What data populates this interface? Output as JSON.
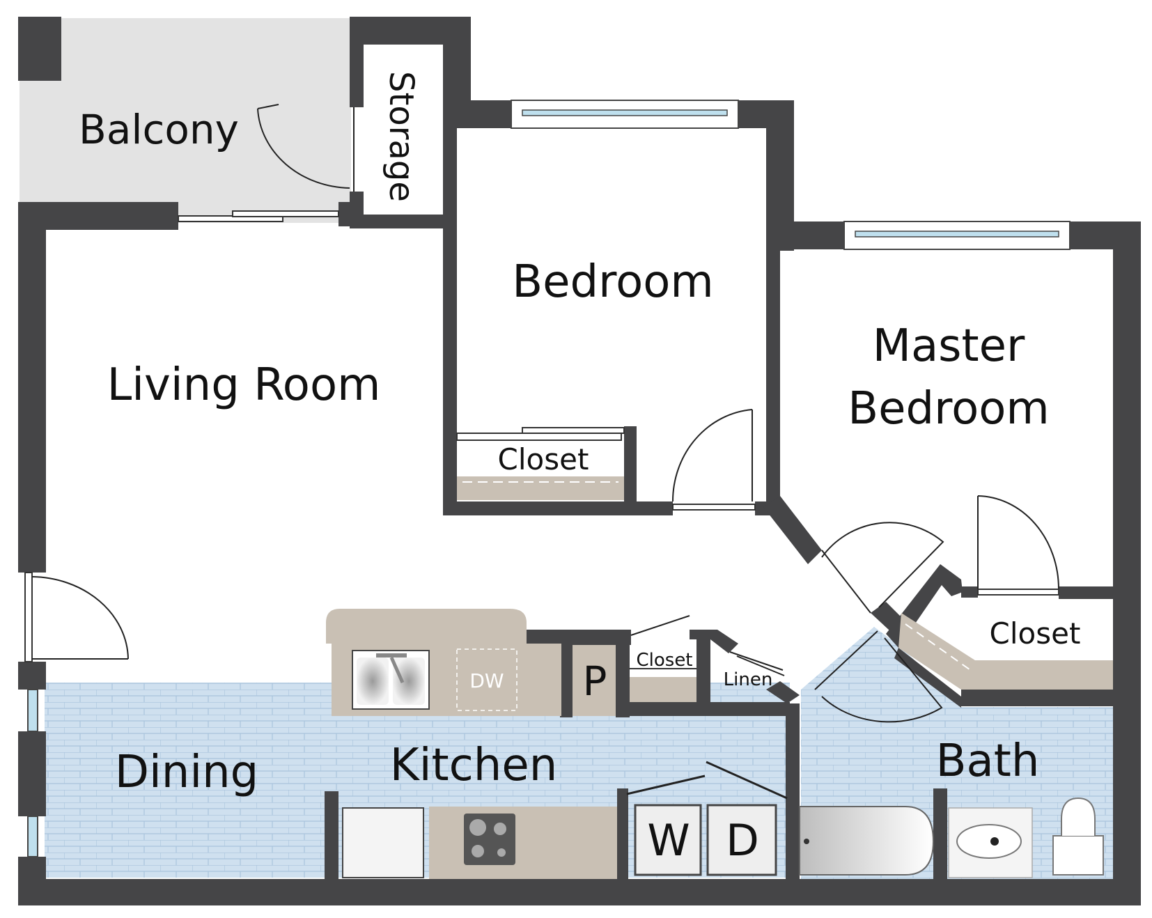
{
  "floor_plan": {
    "rooms": {
      "balcony": "Balcony",
      "storage": "Storage",
      "living_room": "Living Room",
      "bedroom": "Bedroom",
      "master_bedroom_line1": "Master",
      "master_bedroom_line2": "Bedroom",
      "bedroom_closet": "Closet",
      "master_closet": "Closet",
      "kitchen_closet": "Closet",
      "linen": "Linen",
      "pantry": "P",
      "dining": "Dining",
      "kitchen": "Kitchen",
      "bath": "Bath"
    },
    "appliances": {
      "dishwasher": "DW",
      "washer": "W",
      "dryer": "D"
    },
    "colors": {
      "wall": "#454547",
      "tile": "#cfe0ef",
      "tile_line": "#a9c4dc",
      "balcony": "#e3e3e3",
      "counter": "#c9c0b4",
      "window_glass": "#bfe0ee"
    }
  }
}
